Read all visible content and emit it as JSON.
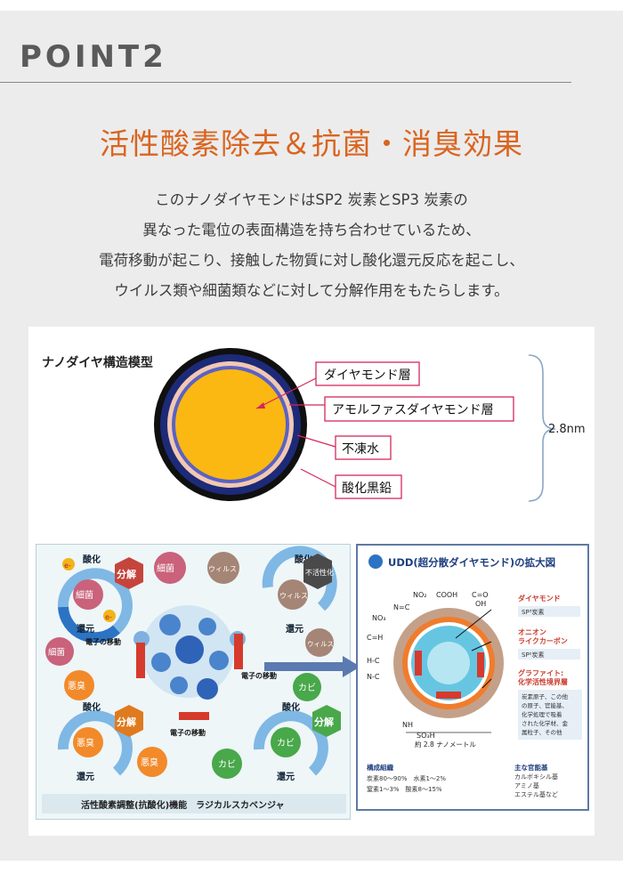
{
  "heading": {
    "point": "POINT2",
    "title": "活性酸素除去＆抗菌・消臭効果"
  },
  "description": [
    "このナノダイヤモンドはSP2 炭素とSP3 炭素の",
    "異なった電位の表面構造を持ち合わせているため、",
    "電荷移動が起こり、接触した物質に対し酸化還元反応を起こし、",
    "ウイルス類や細菌類などに対して分解作用をもたらします。"
  ],
  "nano_model": {
    "title": "ナノダイヤ構造模型",
    "layers": [
      "ダイヤモンド層",
      "アモルファスダイヤモンド層",
      "不凍水",
      "酸化黒鉛"
    ],
    "size": "2.8nm"
  },
  "scavenger": {
    "caption": "活性酸素調整(抗酸化)機能　ラジカルスカベンジャ",
    "cycle_oxidize": "酸化",
    "cycle_reduce": "還元",
    "decompose": "分解",
    "electron": "e-",
    "bacteria": "細菌",
    "virus": "ウィルス",
    "odor": "悪臭",
    "mold": "カビ",
    "inactivate": "不活性化",
    "electron_transfer": "電子の移動"
  },
  "udd": {
    "title": "UDD(超分散ダイヤモンド)の拡大図",
    "groups_top": [
      "NO₂",
      "COOH",
      "C=O",
      "OH",
      "N=C",
      "NO₃"
    ],
    "groups_left": [
      "C=H",
      "H-C",
      "N-C"
    ],
    "groups_bottom": [
      "NH",
      "SO₃H"
    ],
    "label_diamond": "ダイヤモンド",
    "sp3": "SP³炭素",
    "label_onion": "オニオン ライクカーボン",
    "label_onion_1": "オニオン",
    "label_onion_2": "ライクカーボン",
    "sp2": "SP²炭素",
    "label_graphite_1": "グラファイト:",
    "label_graphite_2": "化学活性境界層",
    "graphite_note": [
      "炭素原子、この他",
      "の原子、官能基、",
      "化学処理で吸着",
      "された化学材、金",
      "属粒子、その他"
    ],
    "size_label": "約 2.8 ナノメートル",
    "composition_title": "構成組織",
    "composition": [
      "炭素80～90%　水素1～2%",
      "窒素1～3%　酸素8～15%"
    ],
    "functional_title": "主な官能基",
    "functional": [
      "カルボキシル基",
      "アミノ基",
      "エステル基など"
    ]
  },
  "colors": {
    "accent": "#d96520",
    "core": "#fbb812",
    "navy": "#1e2a6e",
    "orange_ring": "#f2a477"
  }
}
